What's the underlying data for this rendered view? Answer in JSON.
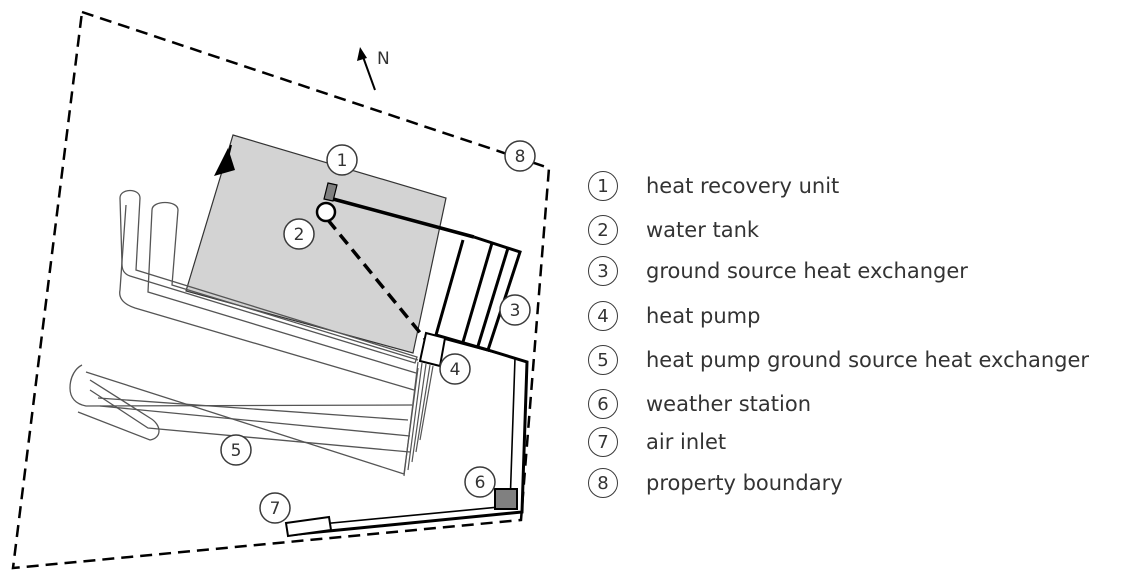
{
  "diagram": {
    "north_label": "N",
    "markers": {
      "m1": "1",
      "m2": "2",
      "m3": "3",
      "m4": "4",
      "m5": "5",
      "m6": "6",
      "m7": "7",
      "m8": "8"
    },
    "colors": {
      "building_fill": "#d3d3d3",
      "line": "#000000",
      "component_fill": "#808080",
      "text": "#333333"
    }
  },
  "legend": {
    "items": [
      {
        "num": "1",
        "label": "heat recovery unit"
      },
      {
        "num": "2",
        "label": "water tank"
      },
      {
        "num": "3",
        "label": "ground source heat exchanger"
      },
      {
        "num": "4",
        "label": "heat pump"
      },
      {
        "num": "5",
        "label": "heat pump ground source heat exchanger"
      },
      {
        "num": "6",
        "label": "weather station"
      },
      {
        "num": "7",
        "label": "air inlet"
      },
      {
        "num": "8",
        "label": "property boundary"
      }
    ]
  }
}
